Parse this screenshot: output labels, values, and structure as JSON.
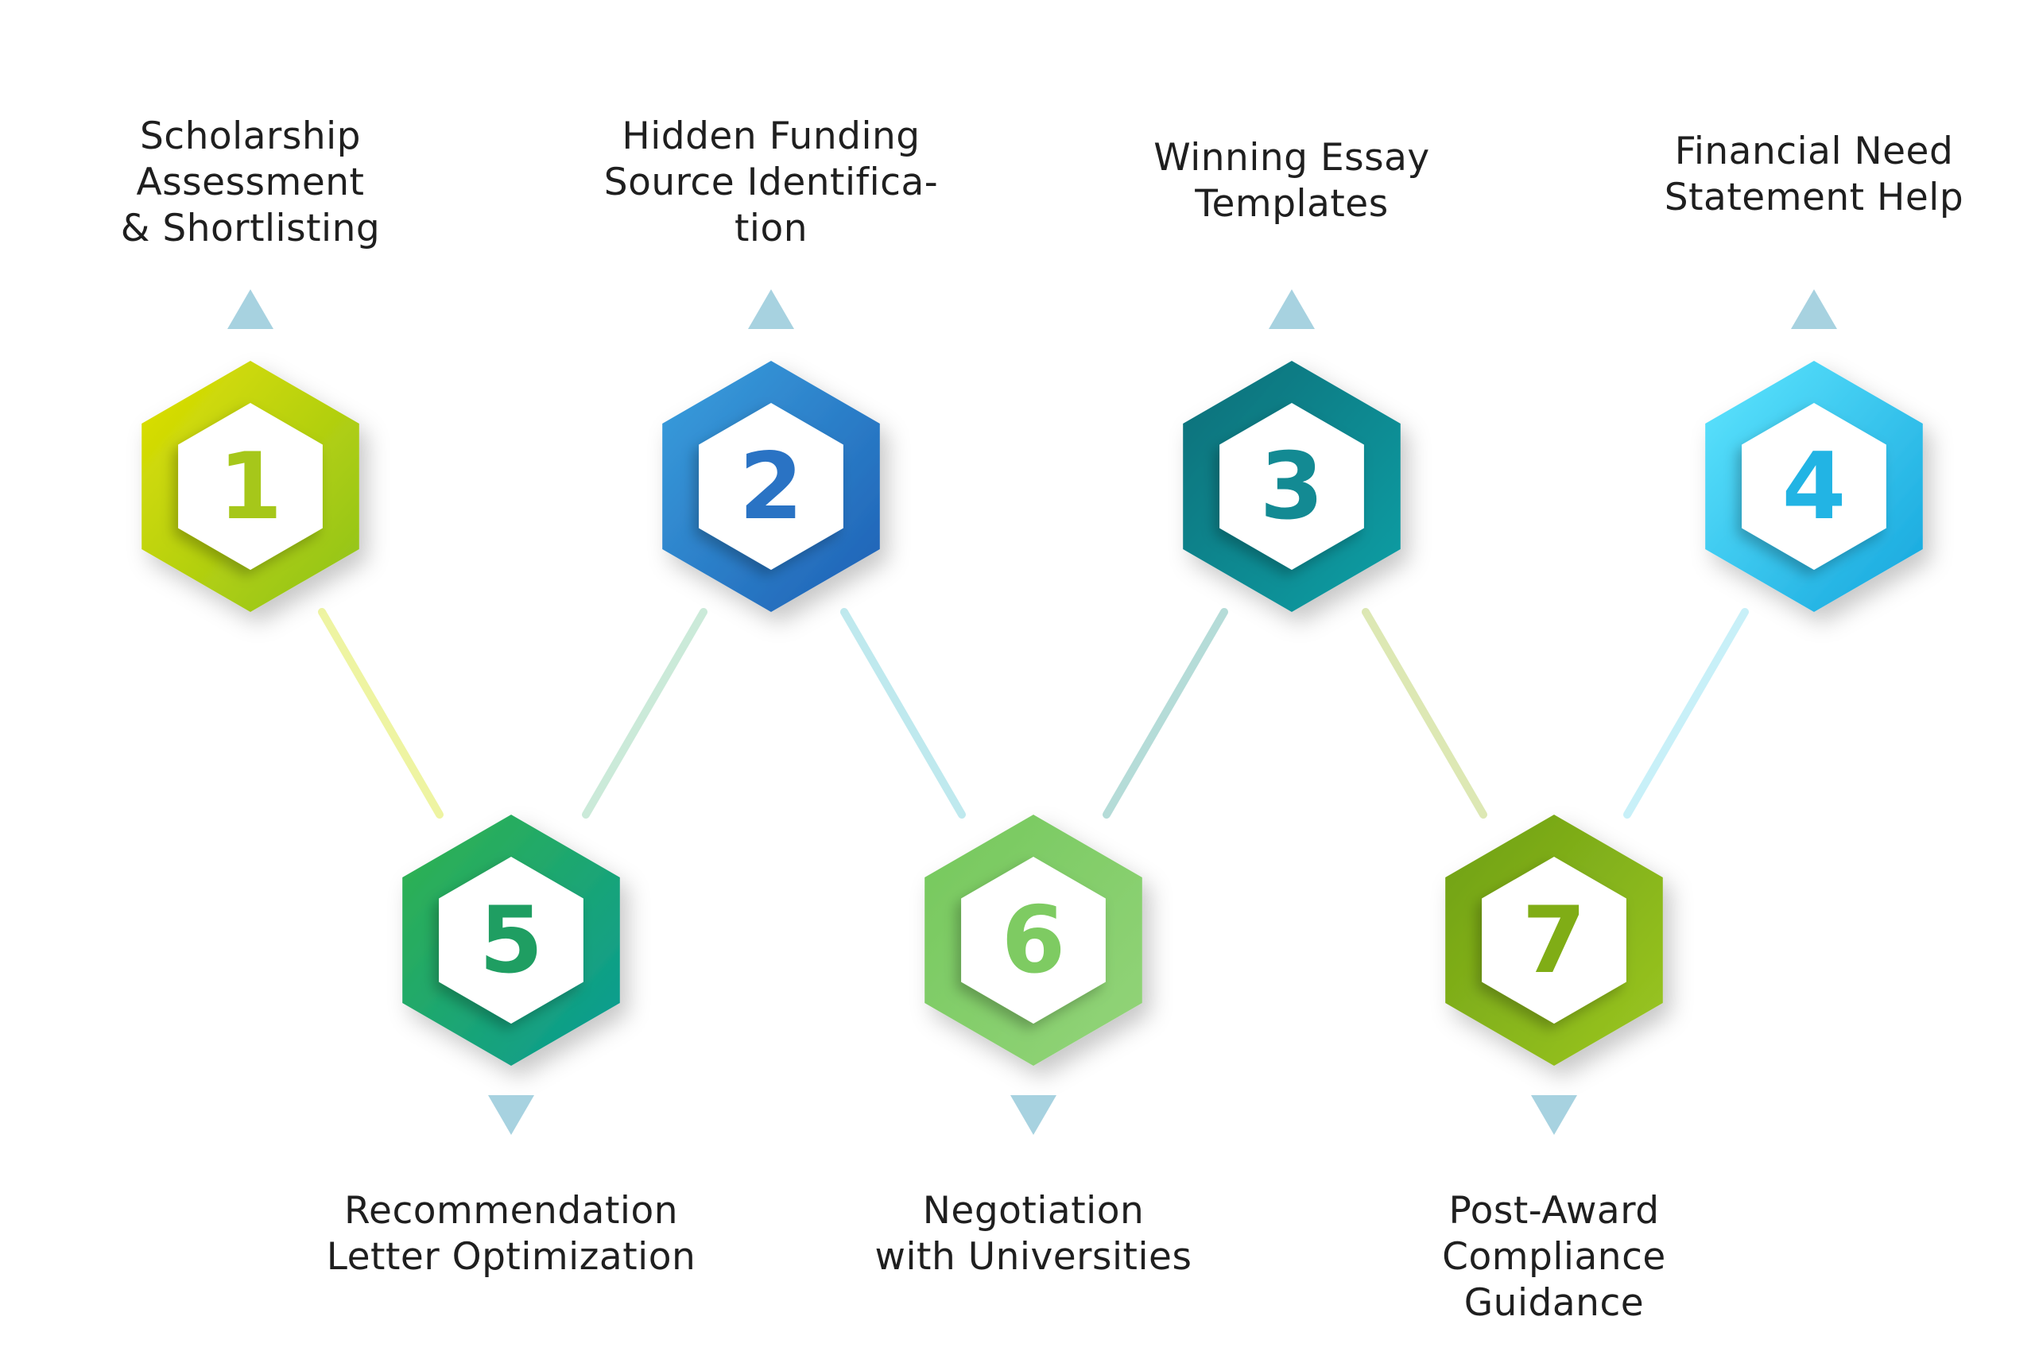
{
  "steps": [
    {
      "number": "1",
      "title_lines": [
        "Scholarship",
        "Assessment",
        "& Shortlisting"
      ],
      "colors": [
        "#e2e000",
        "#8cc21e"
      ],
      "num_color": "#a6c71a",
      "arrow": "up"
    },
    {
      "number": "2",
      "title_lines": [
        "Hidden Funding",
        "Source Identifica-",
        "tion"
      ],
      "colors": [
        "#3aa0de",
        "#1e5fb4"
      ],
      "num_color": "#2a73c4",
      "arrow": "up"
    },
    {
      "number": "3",
      "title_lines": [
        "Winning Essay",
        "Templates"
      ],
      "colors": [
        "#0d6e78",
        "#0fa0a6"
      ],
      "num_color": "#138a93",
      "arrow": "up"
    },
    {
      "number": "4",
      "title_lines": [
        "Financial Need",
        "Statement Help"
      ],
      "colors": [
        "#5fe6ff",
        "#14a5dc"
      ],
      "num_color": "#22b4e4",
      "arrow": "up"
    },
    {
      "number": "5",
      "title_lines": [
        "Recommendation",
        "Letter Optimization"
      ],
      "colors": [
        "#33b34c",
        "#079a96"
      ],
      "num_color": "#1f9e62",
      "arrow": "down"
    },
    {
      "number": "6",
      "title_lines": [
        "Negotiation",
        "with Universities"
      ],
      "colors": [
        "#74c85c",
        "#94d47a"
      ],
      "num_color": "#7ecb62",
      "arrow": "down"
    },
    {
      "number": "7",
      "title_lines": [
        "Post-Award",
        "Compliance",
        "Guidance"
      ],
      "colors": [
        "#6e9f14",
        "#9cc722"
      ],
      "num_color": "#80ad16",
      "arrow": "down"
    }
  ],
  "connector_colors": [
    "#eef4a2",
    "#cbead9",
    "#bfe9ee",
    "#b5dcd8",
    "#dde8b4",
    "#c8f0f8"
  ],
  "arrow_color": "#a7d2e0"
}
